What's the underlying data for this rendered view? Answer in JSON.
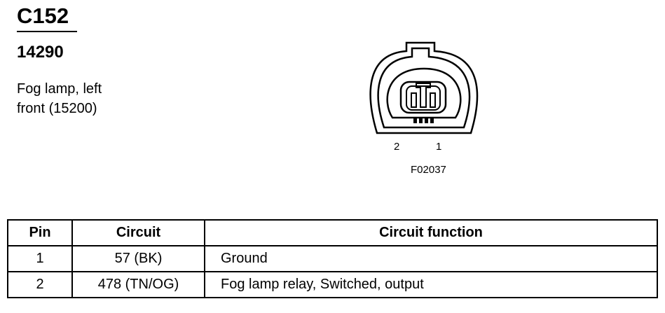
{
  "connector": {
    "id": "C152",
    "part_number": "14290",
    "description_line1": "Fog lamp, left",
    "description_line2": "front (15200)"
  },
  "diagram": {
    "pin_labels": [
      "2",
      "1"
    ],
    "figure_id": "F02037"
  },
  "table": {
    "headers": {
      "pin": "Pin",
      "circuit": "Circuit",
      "function": "Circuit function"
    },
    "rows": [
      {
        "pin": "1",
        "circuit": "57 (BK)",
        "function": "Ground"
      },
      {
        "pin": "2",
        "circuit": "478 (TN/OG)",
        "function": "Fog lamp relay, Switched, output"
      }
    ]
  }
}
